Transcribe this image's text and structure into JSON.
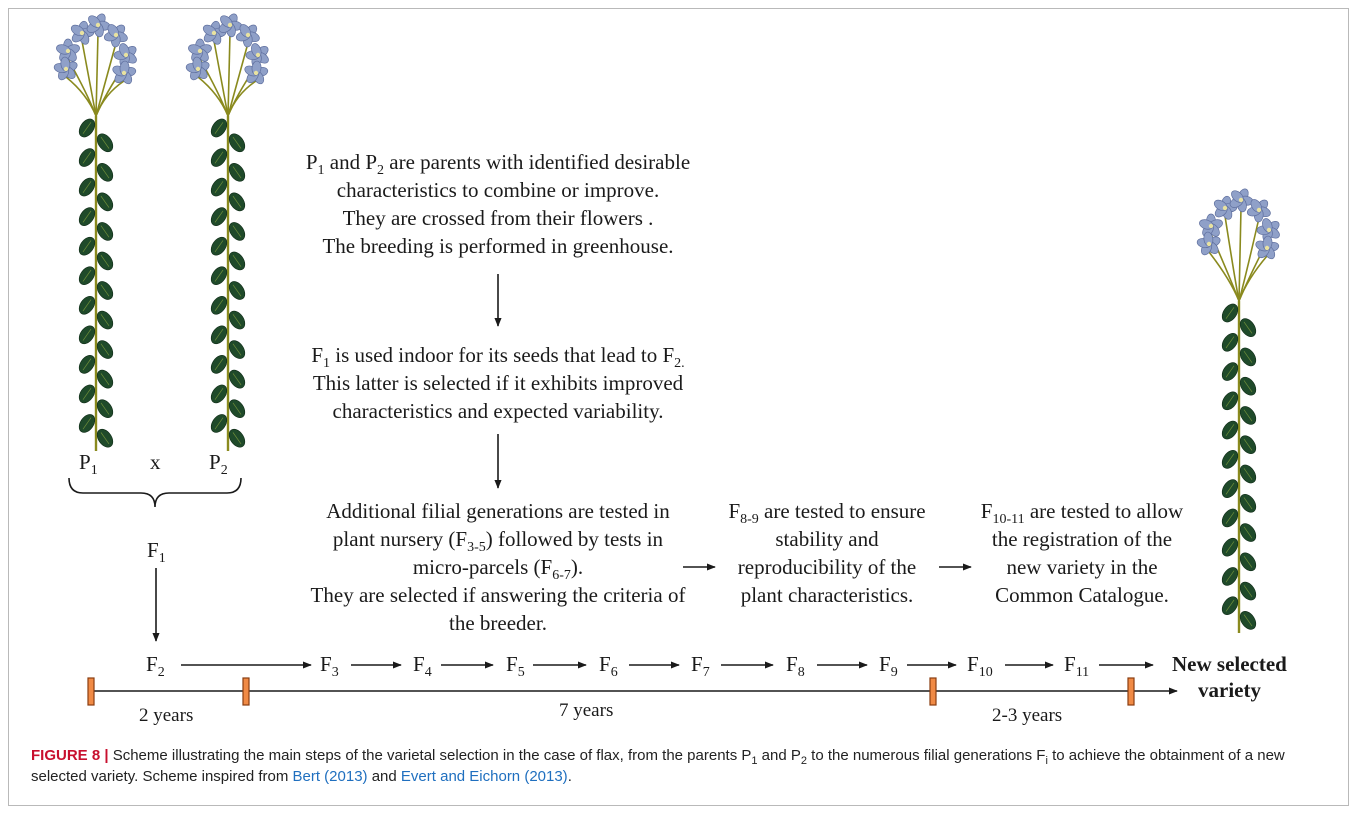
{
  "parents": {
    "p1": "P",
    "p1_sub": "1",
    "x": "x",
    "p2": "P",
    "p2_sub": "2"
  },
  "f1_label": {
    "base": "F",
    "sub": "1"
  },
  "text_block_1": [
    [
      {
        "t": "P"
      },
      {
        "t": "1",
        "sub": true
      },
      {
        "t": " and P"
      },
      {
        "t": "2",
        "sub": true
      },
      {
        "t": " are parents with identified desirable"
      }
    ],
    [
      {
        "t": "characteristics to combine or improve."
      }
    ],
    [
      {
        "t": "They are crossed from their flowers ."
      }
    ],
    [
      {
        "t": "The breeding is performed in greenhouse."
      }
    ]
  ],
  "text_block_2": [
    [
      {
        "t": "F"
      },
      {
        "t": "1",
        "sub": true
      },
      {
        "t": " is used indoor for its seeds that lead to F"
      },
      {
        "t": "2.",
        "sub": true
      }
    ],
    [
      {
        "t": "This latter is selected if it exhibits improved"
      }
    ],
    [
      {
        "t": "characteristics and expected variability."
      }
    ]
  ],
  "text_block_3": [
    [
      {
        "t": "Additional filial generations are tested in"
      }
    ],
    [
      {
        "t": "plant nursery (F"
      },
      {
        "t": "3-5",
        "sub": true
      },
      {
        "t": ") followed by tests in"
      }
    ],
    [
      {
        "t": "micro-parcels (F"
      },
      {
        "t": "6-7",
        "sub": true
      },
      {
        "t": ")."
      }
    ],
    [
      {
        "t": "They are selected if answering the criteria of"
      }
    ],
    [
      {
        "t": "the breeder."
      }
    ]
  ],
  "text_block_4": [
    [
      {
        "t": "F"
      },
      {
        "t": "8-9",
        "sub": true
      },
      {
        "t": " are tested to ensure"
      }
    ],
    [
      {
        "t": "stability and"
      }
    ],
    [
      {
        "t": "reproducibility of the"
      }
    ],
    [
      {
        "t": "plant characteristics."
      }
    ]
  ],
  "text_block_5": [
    [
      {
        "t": "F"
      },
      {
        "t": "10-11",
        "sub": true
      },
      {
        "t": " are tested to allow"
      }
    ],
    [
      {
        "t": "the registration of the"
      }
    ],
    [
      {
        "t": "new variety in the"
      }
    ],
    [
      {
        "t": "Common Catalogue."
      }
    ]
  ],
  "generations": [
    {
      "base": "F",
      "sub": "2"
    },
    {
      "base": "F",
      "sub": "3"
    },
    {
      "base": "F",
      "sub": "4"
    },
    {
      "base": "F",
      "sub": "5"
    },
    {
      "base": "F",
      "sub": "6"
    },
    {
      "base": "F",
      "sub": "7"
    },
    {
      "base": "F",
      "sub": "8"
    },
    {
      "base": "F",
      "sub": "9"
    },
    {
      "base": "F",
      "sub": "10"
    },
    {
      "base": "F",
      "sub": "11"
    }
  ],
  "result_label": [
    "New selected",
    "variety"
  ],
  "timeline": {
    "periods": [
      "2 years",
      "7 years",
      "2-3 years"
    ]
  },
  "colors": {
    "stem": "#8a8a1e",
    "leaf": "#1f4a2a",
    "leaf_vein": "#6f8f3a",
    "petal": "#8fa0c8",
    "petal_dark": "#5f6f9e",
    "marker_fill": "#f08a45",
    "marker_stroke": "#8a3d10"
  },
  "caption": {
    "figure_label": "FIGURE 8 |",
    "segments": [
      {
        "t": " Scheme illustrating the main steps of the varietal selection in the case of flax, from the parents P"
      },
      {
        "t": "1",
        "sub": true
      },
      {
        "t": " and P"
      },
      {
        "t": "2",
        "sub": true
      },
      {
        "t": " to the numerous filial generations F"
      },
      {
        "t": "i",
        "sub": true
      },
      {
        "t": " to achieve the obtainment of a new selected variety. Scheme inspired from "
      },
      {
        "t": "Bert (2013)",
        "link": true
      },
      {
        "t": " and "
      },
      {
        "t": "Evert and Eichorn (2013)",
        "link": true
      },
      {
        "t": "."
      }
    ]
  }
}
